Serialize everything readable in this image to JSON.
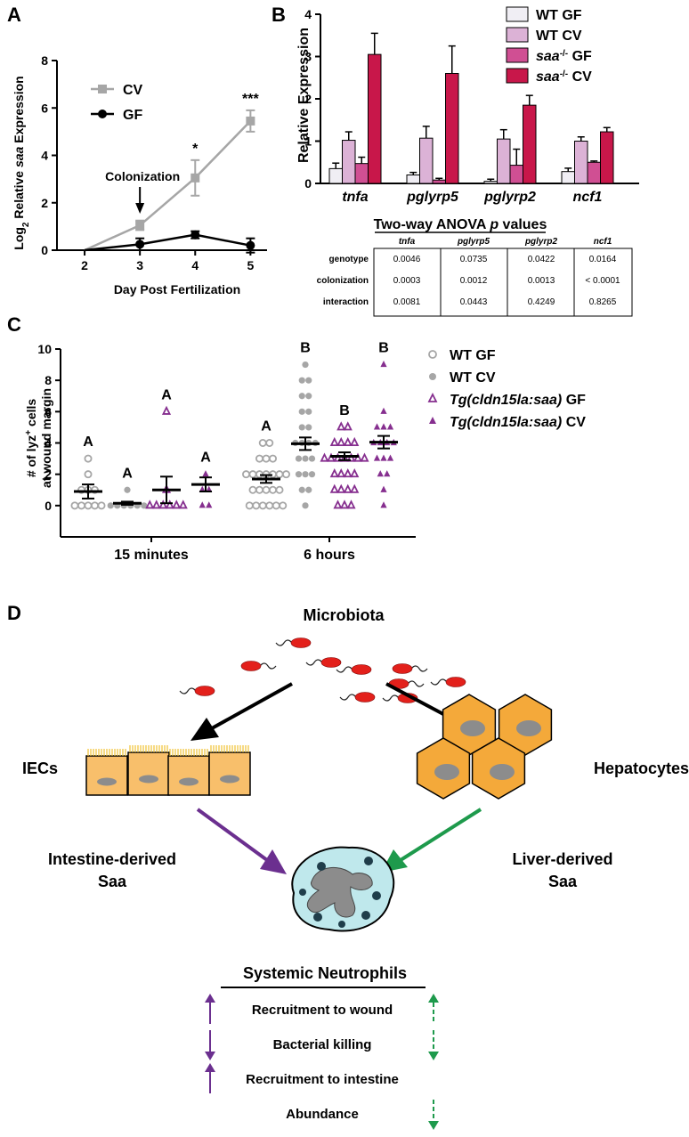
{
  "panels": {
    "a": "A",
    "b": "B",
    "c": "C",
    "d": "D"
  },
  "chart_data": [
    {
      "type": "line",
      "x": [
        2,
        3,
        4,
        5
      ],
      "xlabel": "Day Post Fertilization",
      "ylabel_parts": [
        "Log",
        "2",
        " Relative ",
        "saa",
        " Expression"
      ],
      "xlim": [
        1.5,
        5.3
      ],
      "ylim": [
        0,
        8
      ],
      "yticks": [
        0,
        2,
        4,
        6,
        8
      ],
      "series": [
        {
          "name": "CV",
          "values": [
            0,
            1.05,
            3.05,
            5.45
          ],
          "err": [
            0,
            0.2,
            0.75,
            0.45
          ],
          "color": "#a6a6a6",
          "marker": "square"
        },
        {
          "name": "GF",
          "values": [
            0,
            0.25,
            0.65,
            0.2
          ],
          "err": [
            0,
            0.25,
            0.15,
            0.3
          ],
          "color": "#000000",
          "marker": "circle"
        }
      ],
      "significance": [
        {
          "x": 4,
          "label": "*"
        },
        {
          "x": 5,
          "label": "***"
        }
      ],
      "annotation": "Colonization",
      "annotation_x": 3
    },
    {
      "type": "bar",
      "categories": [
        "tnfa",
        "pglyrp5",
        "pglyrp2",
        "ncf1"
      ],
      "ylabel": "Relative Expression",
      "ylim": [
        0,
        4
      ],
      "yticks": [
        0,
        1,
        2,
        3,
        4
      ],
      "series": [
        {
          "name_parts": [
            "WT GF"
          ],
          "values": [
            0.35,
            0.2,
            0.05,
            0.28
          ],
          "err": [
            0.13,
            0.06,
            0.05,
            0.08
          ],
          "color": "#f0eef4"
        },
        {
          "name_parts": [
            "WT CV"
          ],
          "values": [
            1.02,
            1.07,
            1.05,
            1.0
          ],
          "err": [
            0.2,
            0.28,
            0.22,
            0.1
          ],
          "color": "#dcb2d6"
        },
        {
          "name_parts": [
            "saa",
            "-/-",
            " GF"
          ],
          "values": [
            0.47,
            0.08,
            0.43,
            0.5
          ],
          "err": [
            0.15,
            0.04,
            0.38,
            0.03
          ],
          "color": "#d04f93"
        },
        {
          "name_parts": [
            "saa",
            "-/-",
            " CV"
          ],
          "values": [
            3.05,
            2.6,
            1.85,
            1.22
          ],
          "err": [
            0.5,
            0.65,
            0.23,
            0.1
          ],
          "color": "#c8174a"
        }
      ]
    },
    {
      "type": "scatter",
      "groups": [
        "15 minutes",
        "6 hours"
      ],
      "ylabel_line1_parts": [
        "# of lyz",
        "+",
        " cells"
      ],
      "ylabel_line2": "at wound margin",
      "ylim": [
        -2,
        10
      ],
      "yticks": [
        0,
        2,
        4,
        6,
        8,
        10
      ],
      "series": [
        {
          "name_parts": [
            "WT GF"
          ],
          "marker": "open-circle",
          "color": "#a6a6a6",
          "mean": [
            0.9,
            1.7
          ],
          "sem": [
            0.45,
            0.25
          ],
          "letters": [
            "A",
            "A"
          ],
          "points": [
            [
              3,
              2,
              1,
              1,
              1,
              0,
              0,
              0,
              0,
              0
            ],
            [
              4,
              4,
              3,
              3,
              3,
              2,
              2,
              2,
              2,
              2,
              2,
              2,
              1,
              1,
              1,
              1,
              1,
              0,
              0,
              0,
              0,
              0,
              0
            ]
          ]
        },
        {
          "name_parts": [
            "WT CV"
          ],
          "marker": "filled-circle",
          "color": "#a6a6a6",
          "mean": [
            0.15,
            3.95
          ],
          "sem": [
            0.1,
            0.4
          ],
          "letters": [
            "A",
            "B"
          ],
          "points": [
            [
              1,
              0,
              0,
              0,
              0,
              0,
              0
            ],
            [
              9,
              8,
              8,
              7,
              7,
              6,
              6,
              5,
              5,
              4,
              4,
              4,
              4,
              3,
              3,
              3,
              2,
              2,
              2,
              1,
              1,
              0
            ]
          ]
        },
        {
          "name_parts": [
            "Tg(cldn15la:saa)",
            " GF"
          ],
          "marker": "open-triangle",
          "color": "#862f8f",
          "mean": [
            1.0,
            3.15
          ],
          "sem": [
            0.85,
            0.25
          ],
          "letters": [
            "A",
            "B"
          ],
          "points": [
            [
              6,
              1,
              0,
              0,
              0,
              0,
              0,
              0
            ],
            [
              5,
              5,
              4,
              4,
              4,
              4,
              3,
              3,
              3,
              3,
              3,
              3,
              3,
              2,
              2,
              2,
              2,
              1,
              1,
              1,
              1,
              0,
              0,
              0
            ]
          ]
        },
        {
          "name_parts": [
            "Tg(cldn15la:saa)",
            " CV"
          ],
          "marker": "filled-triangle",
          "color": "#862f8f",
          "mean": [
            1.35,
            4.05
          ],
          "sem": [
            0.45,
            0.4
          ],
          "letters": [
            "A",
            "B"
          ],
          "points": [
            [
              2,
              1,
              1,
              0,
              0
            ],
            [
              9,
              6,
              5,
              5,
              5,
              4,
              4,
              4,
              4,
              3,
              3,
              3,
              2,
              2,
              1,
              0
            ]
          ]
        }
      ]
    }
  ],
  "anova": {
    "title_parts": [
      "Two-way ANOVA ",
      "p",
      " values"
    ],
    "columns": [
      "tnfa",
      "pglyrp5",
      "pglyrp2",
      "ncf1"
    ],
    "rows": [
      {
        "label": "genotype",
        "values": [
          "0.0046",
          "0.0735",
          "0.0422",
          "0.0164"
        ]
      },
      {
        "label": "colonization",
        "values": [
          "0.0003",
          "0.0012",
          "0.0013",
          "< 0.0001"
        ]
      },
      {
        "label": "interaction",
        "values": [
          "0.0081",
          "0.0443",
          "0.4249",
          "0.8265"
        ]
      }
    ]
  },
  "diagram": {
    "microbiota": "Microbiota",
    "iecs": "IECs",
    "hepatocytes": "Hepatocytes",
    "intestine_saa_line1": "Intestine-derived",
    "intestine_saa_line2": "Saa",
    "liver_saa_line1": "Liver-derived",
    "liver_saa_line2": "Saa",
    "systemic_title": "Systemic Neutrophils",
    "effects": [
      {
        "label": "Recruitment to wound",
        "intestine": "up",
        "liver": "up"
      },
      {
        "label": "Bacterial killing",
        "intestine": "down",
        "liver": "down"
      },
      {
        "label": "Recruitment to intestine",
        "intestine": "up",
        "liver": "none"
      },
      {
        "label": "Abundance",
        "intestine": "none",
        "liver": "down"
      }
    ],
    "colors": {
      "intestine": "#6b2f8f",
      "liver": "#1e9a4c",
      "bacteria": "#e3201b",
      "cell_fill": "#f8bf6b",
      "hepatocyte_fill": "#f4a93a",
      "neutrophil_fill": "#bfe8ec",
      "nucleus": "#8c8c8c"
    }
  }
}
